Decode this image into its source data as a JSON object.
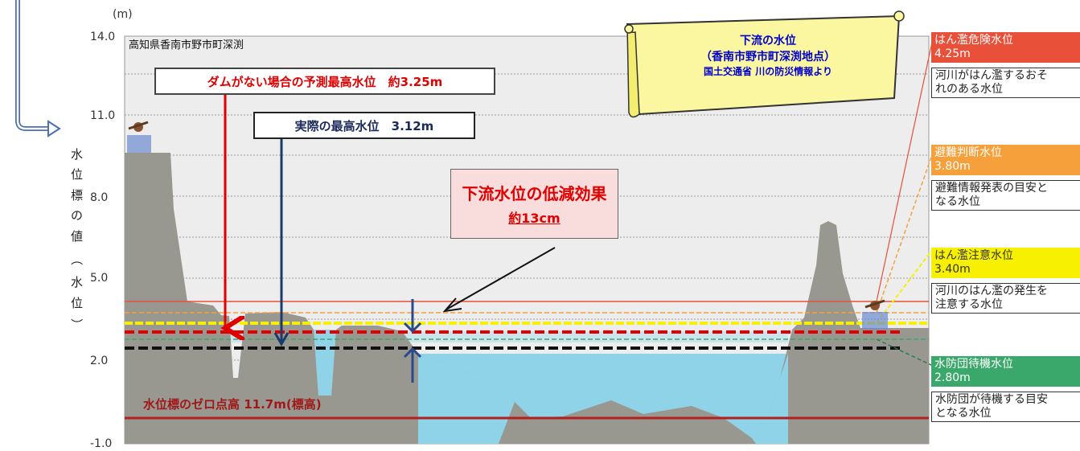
{
  "chart": {
    "unit": "(m)",
    "location": "高知県香南市野市町深渕",
    "y_ticks": [
      "14.0",
      "11.0",
      "8.0",
      "5.0",
      "2.0",
      "-1.0"
    ],
    "y_label_chars": [
      "水",
      "位",
      "標",
      "の",
      "値",
      "（",
      "水",
      "位",
      "）"
    ]
  },
  "annotations": {
    "no_dam_label": "ダムがない場合の予測最高水位　約3.25m",
    "actual_label": "実際の最高水位　3.12m",
    "effect_title": "下流水位の低減効果",
    "effect_value": "約13cm",
    "zero_point": "水位標のゼロ点高 11.7m(標高)"
  },
  "scroll": {
    "line1": "下流の水位",
    "line2": "（香南市野市町深渕地点）",
    "line3": "国土交通省 川の防災情報より"
  },
  "levels": [
    {
      "name": "はん濫危険水位",
      "value": "4.25m",
      "desc": "河川がはん濫するおそ\nれのある水位",
      "color": "#e8503a"
    },
    {
      "name": "避難判断水位",
      "value": "3.80m",
      "desc": "避難情報発表の目安と\nなる水位",
      "color": "#f5a03a"
    },
    {
      "name": "はん濫注意水位",
      "value": "3.40m",
      "desc": "河川のはん濫の発生を\n注意する水位",
      "color": "#f7f000"
    },
    {
      "name": "水防団待機水位",
      "value": "2.80m",
      "desc": "水防団が待機する目安\nとなる水位",
      "color": "#3aa86a"
    }
  ],
  "chart_data": {
    "type": "diagram",
    "y_axis": {
      "unit": "(m)",
      "ticks": [
        14.0,
        11.0,
        8.0,
        5.0,
        2.0,
        -1.0
      ],
      "ylim": [
        -1.0,
        14.0
      ]
    },
    "thresholds": [
      {
        "name": "はん濫危険水位",
        "y": 4.25
      },
      {
        "name": "避難判断水位",
        "y": 3.8
      },
      {
        "name": "はん濫注意水位",
        "y": 3.4
      },
      {
        "name": "水防団待機水位",
        "y": 2.8
      }
    ],
    "water_levels": [
      {
        "name": "ダムがない場合の予測最高水位",
        "y": 3.25
      },
      {
        "name": "実際の最高水位",
        "y": 3.12
      }
    ],
    "reduction": "約13cm"
  }
}
